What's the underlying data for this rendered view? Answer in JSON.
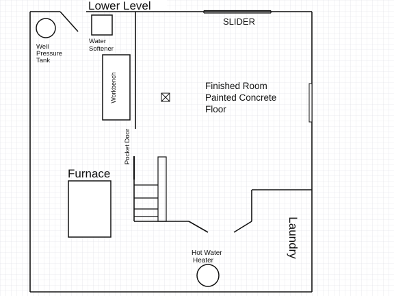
{
  "diagram": {
    "title": "Lower Level",
    "labels": {
      "slider": "SLIDER",
      "well_pressure_tank": [
        "Well",
        "Pressure",
        "Tank"
      ],
      "water_softener": [
        "Water",
        "Softener"
      ],
      "workbench": "Workbench",
      "finished_room": [
        "Finished Room",
        "Painted Concrete",
        "Floor"
      ],
      "pocket_door": "Pocket Door",
      "furnace": "Furnace",
      "hot_water_heater": [
        "Hot Water",
        "Heater"
      ],
      "laundry": "Laundry"
    },
    "colors": {
      "grid": "#d9dce3",
      "line": "#111111",
      "background": "#ffffff"
    }
  }
}
